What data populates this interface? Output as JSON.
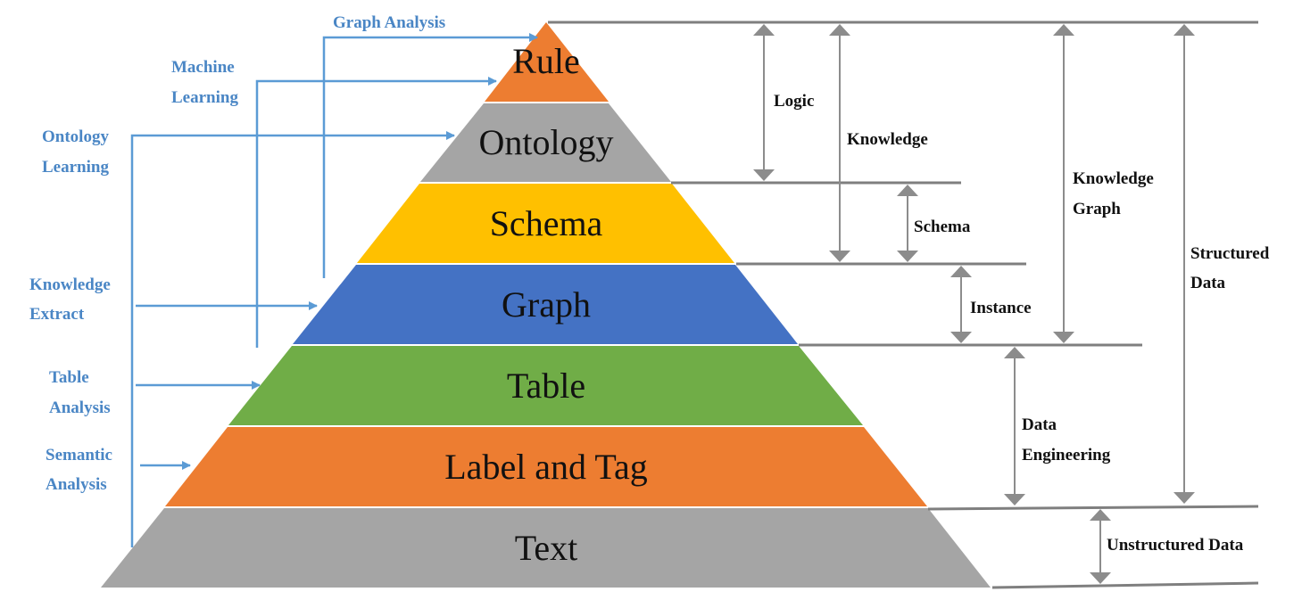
{
  "layers": [
    {
      "label": "Rule",
      "color": "#ed7d31"
    },
    {
      "label": "Ontology",
      "color": "#a5a5a5"
    },
    {
      "label": "Schema",
      "color": "#ffc000"
    },
    {
      "label": "Graph",
      "color": "#4472c4"
    },
    {
      "label": "Table",
      "color": "#70ad47"
    },
    {
      "label": "Label and Tag",
      "color": "#ed7d31"
    },
    {
      "label": "Text",
      "color": "#a5a5a5"
    }
  ],
  "methods": {
    "graph_analysis": "Graph Analysis",
    "machine_learning": [
      "Machine",
      "Learning"
    ],
    "ontology_learning": [
      "Ontology",
      "Learning"
    ],
    "knowledge_extract": [
      "Knowledge",
      "Extract"
    ],
    "table_analysis": [
      "Table",
      "Analysis"
    ],
    "semantic_analysis": [
      "Semantic",
      "Analysis"
    ]
  },
  "ranges": {
    "logic": "Logic",
    "knowledge": "Knowledge",
    "schema": "Schema",
    "instance": "Instance",
    "knowledge_graph": [
      "Knowledge",
      "Graph"
    ],
    "data_engineering": [
      "Data",
      "Engineering"
    ],
    "structured_data": [
      "Structured",
      "Data"
    ],
    "unstructured_data": "Unstructured Data"
  },
  "colors": {
    "method_arrow": "#5b9bd5",
    "method_text": "#4a86c5",
    "range_arrow": "#8c8c8c",
    "range_line": "#7f7f7f"
  }
}
